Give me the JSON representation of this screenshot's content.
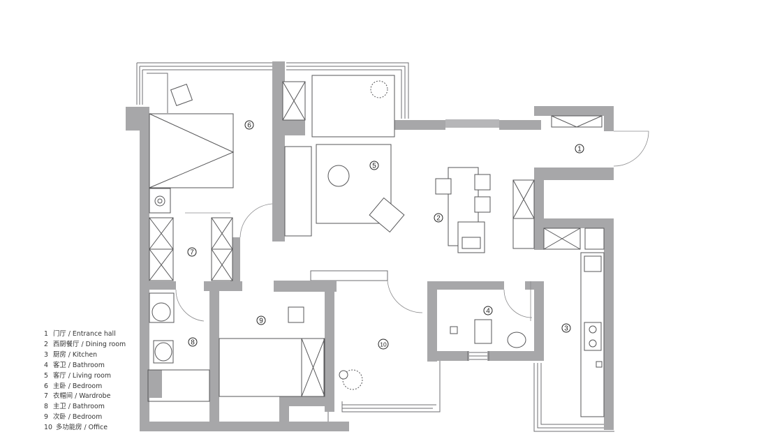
{
  "rooms": [
    {
      "num": "1",
      "label": "门厅 / Entrance hall"
    },
    {
      "num": "2",
      "label": "西厨餐厅 / Dining room"
    },
    {
      "num": "3",
      "label": "厨房 / Kitchen"
    },
    {
      "num": "4",
      "label": "客卫 / Bathroom"
    },
    {
      "num": "5",
      "label": "客厅 / Living room"
    },
    {
      "num": "6",
      "label": "主卧 / Bedroom"
    },
    {
      "num": "7",
      "label": "衣帽间 / Wardrobe"
    },
    {
      "num": "8",
      "label": "主卫 / Bathroom"
    },
    {
      "num": "9",
      "label": "次卧 / Bedroom"
    },
    {
      "num": "10",
      "label": "多功能房 / Office"
    }
  ],
  "colors": {
    "wall": "#a7a7a9",
    "line": "#555557"
  }
}
